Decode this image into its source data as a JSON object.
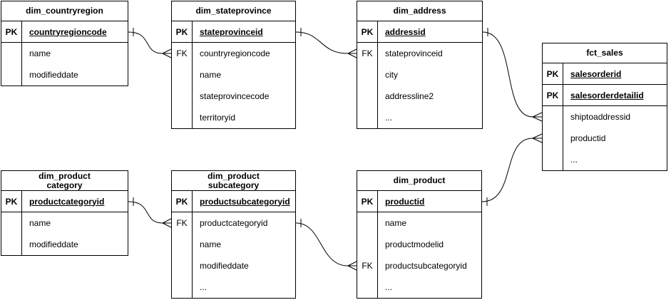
{
  "diagram": {
    "kind": "entity-relationship-diagram",
    "colors": {
      "stroke": "#000000",
      "background": "#ffffff",
      "text": "#000000"
    },
    "tables": [
      {
        "id": "dim_countryregion",
        "title": "dim_countryregion",
        "rows": [
          {
            "key": "PK",
            "field": "countryregioncode"
          },
          {
            "key": "",
            "field": "name"
          },
          {
            "key": "",
            "field": "modifieddate"
          }
        ]
      },
      {
        "id": "dim_stateprovince",
        "title": "dim_stateprovince",
        "rows": [
          {
            "key": "PK",
            "field": "stateprovinceid"
          },
          {
            "key": "FK",
            "field": "countryregioncode"
          },
          {
            "key": "",
            "field": "name"
          },
          {
            "key": "",
            "field": "stateprovincecode"
          },
          {
            "key": "",
            "field": "territoryid"
          }
        ]
      },
      {
        "id": "dim_address",
        "title": "dim_address",
        "rows": [
          {
            "key": "PK",
            "field": "addressid"
          },
          {
            "key": "FK",
            "field": "stateprovinceid"
          },
          {
            "key": "",
            "field": "city"
          },
          {
            "key": "",
            "field": "addressline2"
          },
          {
            "key": "",
            "field": "..."
          }
        ]
      },
      {
        "id": "fct_sales",
        "title": "fct_sales",
        "rows": [
          {
            "key": "PK",
            "field": "salesorderid"
          },
          {
            "key": "PK",
            "field": "salesorderdetailid"
          },
          {
            "key": "",
            "field": "shiptoaddressid"
          },
          {
            "key": "",
            "field": "productid"
          },
          {
            "key": "",
            "field": "..."
          }
        ]
      },
      {
        "id": "dim_productcategory",
        "title": "dim_product\ncategory",
        "rows": [
          {
            "key": "PK",
            "field": "productcategoryid"
          },
          {
            "key": "",
            "field": "name"
          },
          {
            "key": "",
            "field": "modifieddate"
          }
        ]
      },
      {
        "id": "dim_productsubcategory",
        "title": "dim_product\nsubcategory",
        "rows": [
          {
            "key": "PK",
            "field": "productsubcategoryid"
          },
          {
            "key": "FK",
            "field": "productcategoryid"
          },
          {
            "key": "",
            "field": "name"
          },
          {
            "key": "",
            "field": "modifieddate"
          },
          {
            "key": "",
            "field": "..."
          }
        ]
      },
      {
        "id": "dim_product",
        "title": "dim_product",
        "rows": [
          {
            "key": "PK",
            "field": "productid"
          },
          {
            "key": "",
            "field": "name"
          },
          {
            "key": "",
            "field": "productmodelid"
          },
          {
            "key": "FK",
            "field": "productsubcategoryid"
          },
          {
            "key": "",
            "field": "..."
          }
        ]
      }
    ],
    "relationships": [
      {
        "from": "dim_countryregion",
        "to": "dim_stateprovince",
        "from_end": "one",
        "to_end": "many"
      },
      {
        "from": "dim_stateprovince",
        "to": "dim_address",
        "from_end": "one",
        "to_end": "many"
      },
      {
        "from": "dim_address",
        "to": "fct_sales",
        "from_end": "one",
        "to_end": "many"
      },
      {
        "from": "dim_product",
        "to": "fct_sales",
        "from_end": "one",
        "to_end": "many"
      },
      {
        "from": "dim_productcategory",
        "to": "dim_productsubcategory",
        "from_end": "one",
        "to_end": "many"
      },
      {
        "from": "dim_productsubcategory",
        "to": "dim_product",
        "from_end": "one",
        "to_end": "many"
      }
    ]
  }
}
